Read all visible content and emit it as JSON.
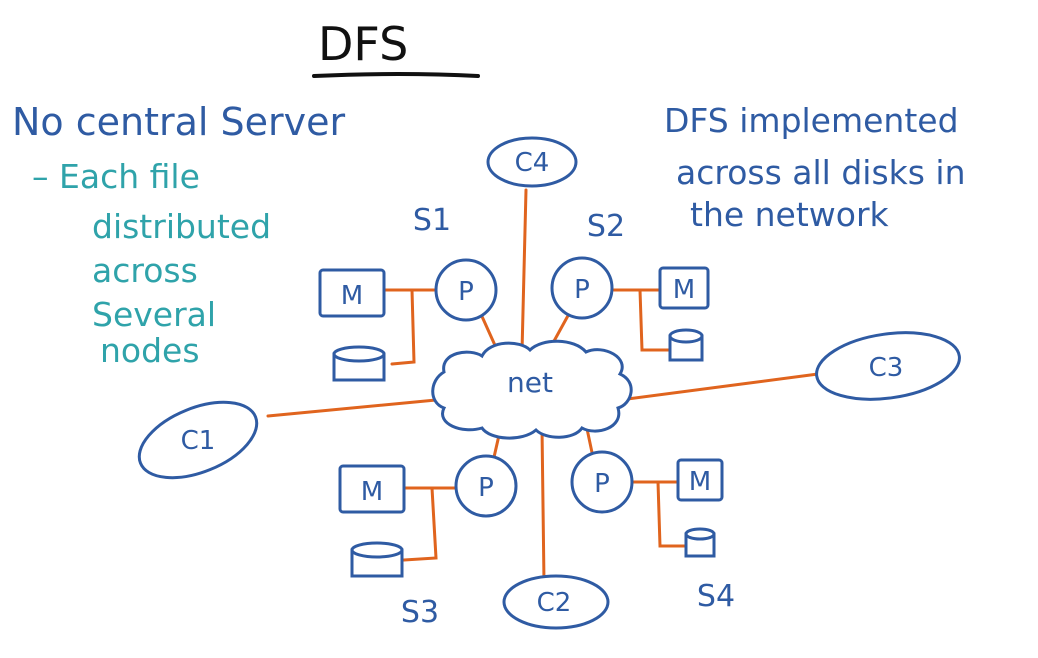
{
  "title": "DFS",
  "heading": "No central Server",
  "note_lines": [
    "– Each file",
    "distributed",
    "across",
    "Several",
    "nodes"
  ],
  "impl_lines": [
    "DFS implemented",
    "across all disks in",
    "the network"
  ],
  "net_label": "net",
  "processor_label": "P",
  "memory_label": "M",
  "servers": [
    {
      "name": "S1"
    },
    {
      "name": "S2"
    },
    {
      "name": "S3"
    },
    {
      "name": "S4"
    }
  ],
  "clients": [
    {
      "name": "C1"
    },
    {
      "name": "C2"
    },
    {
      "name": "C3"
    },
    {
      "name": "C4"
    }
  ],
  "colors": {
    "ink_blue": "#2f5ba3",
    "ink_teal": "#2fa3aa",
    "ink_orange": "#e0641e",
    "ink_black": "#111111"
  }
}
